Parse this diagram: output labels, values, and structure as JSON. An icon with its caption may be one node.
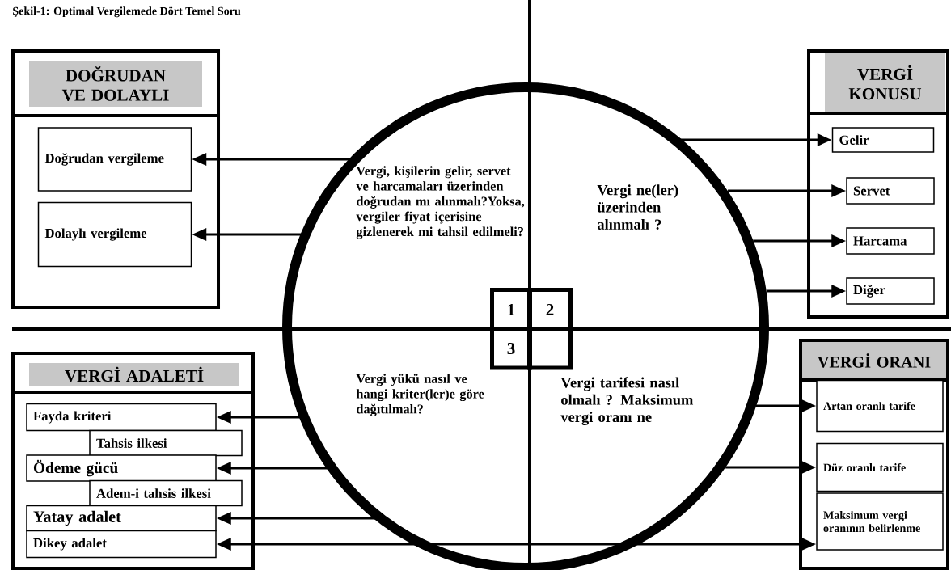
{
  "diagram": {
    "title": "Şekil-1: Optimal Vergilemede Dört Temel Soru",
    "nodes": [
      {
        "text": [],
        "shape": "circle"
      },
      {
        "text": [
          "1"
        ],
        "in": 0
      },
      {
        "text": [
          "2"
        ],
        "in": 0
      },
      {
        "text": [
          "3"
        ],
        "in": 0
      },
      {
        "text": [],
        "shape": "box",
        "in": 0
      },
      {
        "text": [
          "DOĞRUDAN VE DOLAYLI"
        ]
      },
      {
        "text": [
          "Doğrudan vergileme"
        ],
        "in": 5
      },
      {
        "text": [
          "Dolaylı vergileme"
        ],
        "in": 5
      },
      {
        "text": [
          "VERGİ KONUSU"
        ]
      },
      {
        "text": [
          "Gelir"
        ],
        "in": 8
      },
      {
        "text": [
          "Servet"
        ],
        "in": 8
      },
      {
        "text": [
          "Harcama"
        ],
        "in": 8
      },
      {
        "text": [
          "Diğer"
        ],
        "in": 8
      },
      {
        "text": [
          "VERGİ ADALETİ"
        ]
      },
      {
        "text": [
          "Fayda kriteri"
        ],
        "in": 13
      },
      {
        "text": [
          "Tahsis ilkesi"
        ],
        "in": 13
      },
      {
        "text": [
          "Ödeme gücü"
        ],
        "in": 13
      },
      {
        "text": [
          "Adem-i tahsis ilkesi"
        ],
        "in": 13
      },
      {
        "text": [
          "Yatay adalet"
        ],
        "in": 13
      },
      {
        "text": [
          "Dikey adalet"
        ],
        "in": 13
      },
      {
        "text": [
          "VERGİ ORANI"
        ]
      },
      {
        "text": [
          "Artan oranlı tarife"
        ],
        "in": 20
      },
      {
        "text": [
          "Düz oranlı tarife"
        ],
        "in": 20
      },
      {
        "text": [
          "Maksimum vergi oranının belirlenme"
        ],
        "in": 20
      }
    ],
    "edges": [
      {
        "from": 0,
        "to": 6,
        "arrow": "to"
      },
      {
        "from": 0,
        "to": 7,
        "arrow": "to"
      },
      {
        "from": 0,
        "to": 9,
        "arrow": "to"
      },
      {
        "from": 0,
        "to": 10,
        "arrow": "to"
      },
      {
        "from": 0,
        "to": 11,
        "arrow": "to"
      },
      {
        "from": 0,
        "to": 12,
        "arrow": "to"
      },
      {
        "from": 0,
        "to": 14,
        "arrow": "to"
      },
      {
        "from": 0,
        "to": 16,
        "arrow": "to"
      },
      {
        "from": 0,
        "to": 18,
        "arrow": "to"
      },
      {
        "from": 19,
        "to": 23,
        "arrow": "both"
      },
      {
        "from": 0,
        "to": 21,
        "arrow": "to"
      },
      {
        "from": 0,
        "to": 22,
        "arrow": "to"
      }
    ],
    "labels": [
      "Vergi, kişilerin gelir, servet ve harcamaları üzerinden doğrudan mı alınmalı?Yoksa, vergiler fiyat içerisine gizlenerek mi tahsil edilmeli?",
      "Vergi ne(ler) üzerinden alınmalı ?",
      "Vergi yükü nasıl ve hangi kriter(ler)e göre dağıtılmalı?",
      "Vergi tarifesi nasıl olmalı ? Maksimum vergi oranı ne"
    ]
  }
}
